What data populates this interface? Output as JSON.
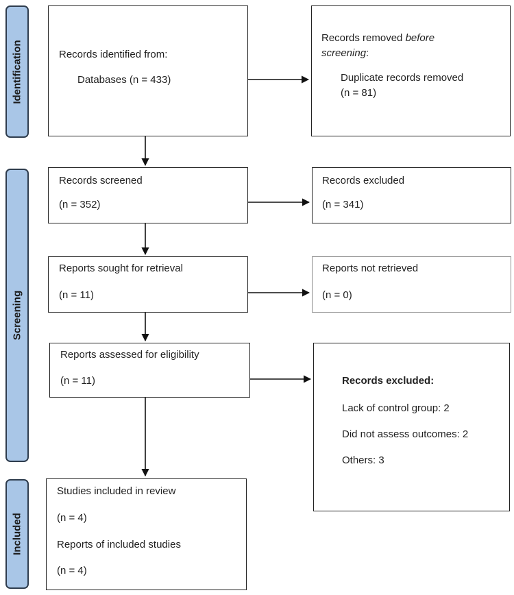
{
  "phases": {
    "identification": "Identification",
    "screening": "Screening",
    "included": "Included"
  },
  "identification": {
    "title": "Records identified from:",
    "databases": "Databases (n = 433)"
  },
  "removed": {
    "title_pre": "Records removed ",
    "title_em": "before",
    "title_em2": "screening",
    "title_post": ":",
    "item": "Duplicate records removed",
    "count": "(n = 81)"
  },
  "screened": {
    "title": "Records screened",
    "count": "(n = 352)"
  },
  "excluded": {
    "title": "Records excluded",
    "count": "(n = 341)"
  },
  "sought": {
    "title": "Reports sought for retrieval",
    "count": "(n = 11)"
  },
  "not_retrieved": {
    "title": "Reports not retrieved",
    "count": "(n = 0)"
  },
  "assessed": {
    "title": "Reports assessed for eligibility",
    "count": "(n = 11)"
  },
  "excluded_reasons": {
    "title": "Records excluded:",
    "reasons": [
      "Lack of control group: 2",
      "Did not assess outcomes: 2",
      "Others: 3"
    ]
  },
  "included": {
    "studies": "Studies included in review",
    "studies_count": "(n = 4)",
    "reports": "Reports of included studies",
    "reports_count": "(n = 4)"
  }
}
